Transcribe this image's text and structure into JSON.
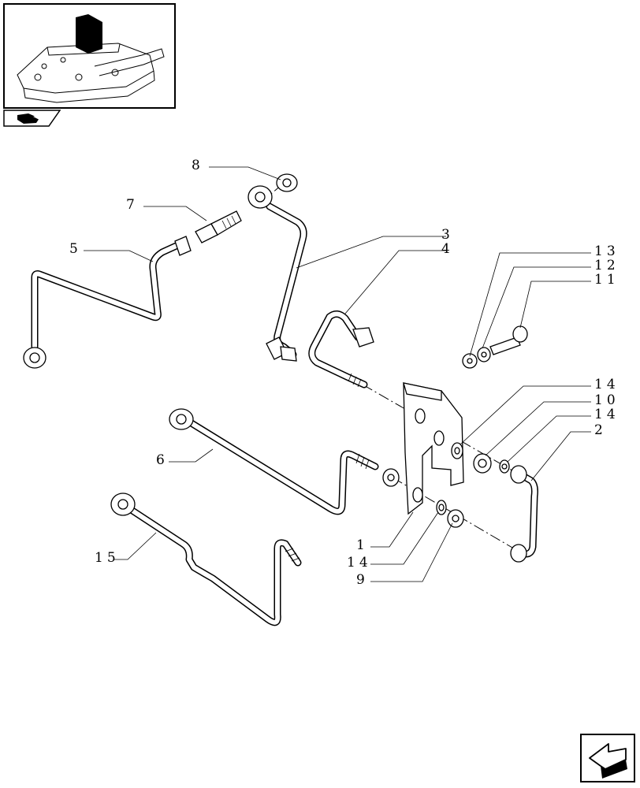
{
  "callouts": {
    "c1": "1",
    "c2": "2",
    "c3": "3",
    "c4": "4",
    "c5": "5",
    "c6": "6",
    "c7": "7",
    "c8": "8",
    "c9": "9",
    "c10": "10",
    "c11": "11",
    "c12": "12",
    "c13": "13",
    "c14a": "14",
    "c14b": "14",
    "c14c": "14",
    "c15": "15"
  },
  "icons": {
    "thumbnail": "tractor-lift-cover-thumbnail",
    "category": "hydraulic-category-icon",
    "navigation": "next-page-arrow-icon"
  }
}
